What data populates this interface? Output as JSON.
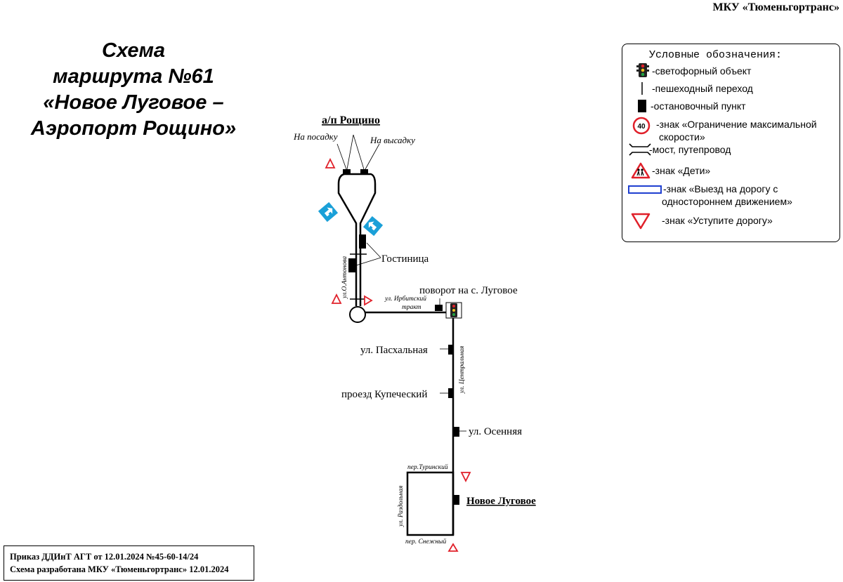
{
  "organization": "МКУ «Тюменьгортранс»",
  "title": {
    "line1": "Схема",
    "line2": "маршрута №61",
    "line3": "«Новое Луговое –",
    "line4": "Аэропорт Рощино»"
  },
  "legend": {
    "heading": "Условные обозначения:",
    "items": {
      "traffic_light": "-светофорный объект",
      "crosswalk": "-пешеходный переход",
      "stop": "-остановочный пункт",
      "speed_limit_line1": "-знак «Ограничение максимальной",
      "speed_limit_line2": "скорости»",
      "speed_limit_value": "40",
      "bridge": "-мост, путепровод",
      "children": "-знак «Дети»",
      "one_way_line1": "-знак «Выезд на дорогу с",
      "one_way_line2": "одностороннем движением»",
      "yield": "-знак «Уступите дорогу»"
    },
    "icons": {
      "traffic_light": "traffic-light-icon",
      "crosswalk": "crosswalk-icon",
      "stop": "bus-stop-icon",
      "speed_limit": "speed-limit-sign-icon",
      "bridge": "bridge-icon",
      "children": "children-sign-icon",
      "one_way": "one-way-sign-icon",
      "yield": "yield-sign-icon"
    }
  },
  "map": {
    "terminal_top": "а/п Рощино",
    "boarding": "На посадку",
    "alighting": "На высадку",
    "hotel": "Гостиница",
    "street_antonova": "ул.О.Антонова",
    "street_irbit_1": "ул. Ирбитский",
    "street_irbit_2": "тракт",
    "turn_lugovoe": "поворот на с. Луговое",
    "stop_paskhalnaya": "ул. Пасхальная",
    "street_central": "ул. Центральная",
    "stop_kupechesky": "проезд Купеческий",
    "stop_osennyaya": "ул. Осенняя",
    "street_turinsky": "пер.Туринский",
    "terminal_bottom": "Новое Луговое",
    "street_razdolnaya": "ул. Раздольная",
    "street_snezhny": "пер. Снежный"
  },
  "colors": {
    "route_line": "#000000",
    "sign_red": "#e0202a",
    "one_way_sign_blue": "#1aa0d8",
    "legend_one_way_blue": "#1f3fd0"
  },
  "footer": {
    "order_line": "Приказ ДДИнТ АГТ от 12.01.2024 №45-60-14/24",
    "developer_line": "Схема разработана МКУ «Тюменьгортранс» 12.01.2024"
  }
}
